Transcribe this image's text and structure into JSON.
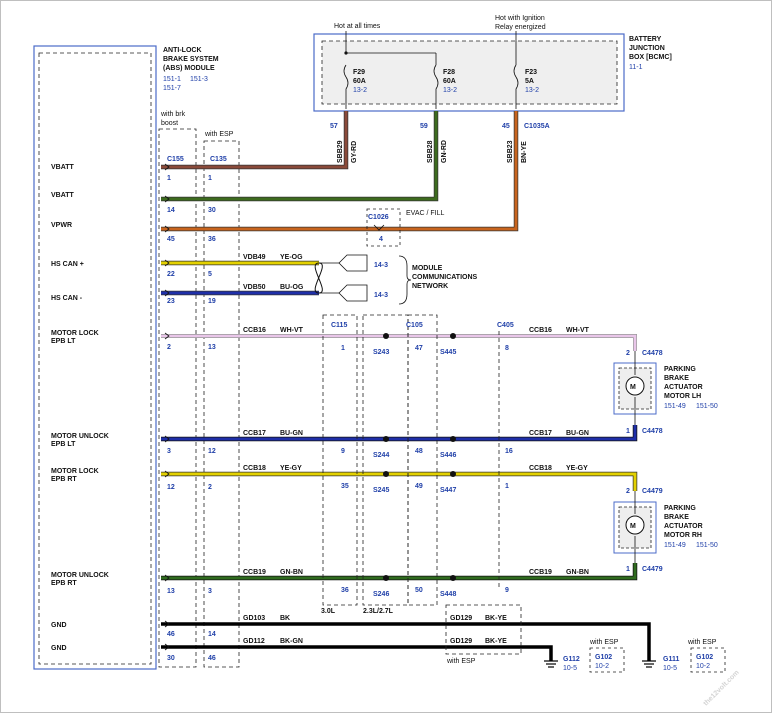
{
  "module": {
    "title": [
      "ANTI-LOCK",
      "BRAKE SYSTEM",
      "(ABS) MODULE"
    ],
    "refs": [
      "151-1",
      "151-3",
      "151-7"
    ],
    "pins": [
      "VBATT",
      "VBATT",
      "VPWR",
      "HS CAN +",
      "HS CAN -",
      "MOTOR LOCK",
      "EPB LT",
      "MOTOR UNLOCK",
      "EPB LT",
      "MOTOR LOCK",
      "EPB RT",
      "MOTOR UNLOCK",
      "EPB RT",
      "GND",
      "GND"
    ]
  },
  "bjb": {
    "title": [
      "BATTERY",
      "JUNCTION",
      "BOX [BCMC]"
    ],
    "ref": "11-1",
    "hot_all": "Hot at all times",
    "hot_ign": [
      "Hot with Ignition",
      "Relay energized"
    ],
    "fuses": [
      {
        "name": "F29",
        "amp": "60A",
        "ref": "13-2",
        "pin": "57",
        "circuit": "SBB29",
        "color": "GY-RD"
      },
      {
        "name": "F28",
        "amp": "60A",
        "ref": "13-2",
        "pin": "59",
        "circuit": "SBB28",
        "color": "GN-RD"
      },
      {
        "name": "F23",
        "amp": "5A",
        "ref": "13-2",
        "pin": "45",
        "circuit": "SBB23",
        "color": "BN-YE"
      }
    ],
    "fuse_connector": "C1035A"
  },
  "columns": {
    "brk_boost": [
      "with brk",
      "boost"
    ],
    "esp": "with ESP",
    "c155": "C155",
    "c135": "C135",
    "c155_pins": [
      "1",
      "14",
      "45",
      "22",
      "23",
      "2",
      "3",
      "12",
      "13",
      "46",
      "30"
    ],
    "c135_pins": [
      "1",
      "30",
      "36",
      "5",
      "19",
      "13",
      "12",
      "2",
      "3",
      "14",
      "46"
    ]
  },
  "evac": {
    "connector": "C1026",
    "pin": "4",
    "label": "EVAC / FILL"
  },
  "network": {
    "label": [
      "MODULE",
      "COMMUNICATIONS",
      "NETWORK"
    ],
    "can_high": {
      "circuit": "VDB49",
      "color": "YE-OG",
      "ref": "14-3"
    },
    "can_low": {
      "circuit": "VDB50",
      "color": "BU-OG",
      "ref": "14-3"
    }
  },
  "circuits": {
    "ccb16": {
      "circuit": "CCB16",
      "color": "WH-VT"
    },
    "ccb17": {
      "circuit": "CCB17",
      "color": "BU-GN"
    },
    "ccb18": {
      "circuit": "CCB18",
      "color": "YE-GY"
    },
    "ccb19": {
      "circuit": "CCB19",
      "color": "GN-BN"
    },
    "gd103": {
      "circuit": "GD103",
      "color": "BK"
    },
    "gd112": {
      "circuit": "GD112",
      "color": "BK-GN"
    },
    "gd129a": {
      "circuit": "GD129",
      "color": "BK-YE"
    },
    "gd129b": {
      "circuit": "GD129",
      "color": "BK-YE"
    }
  },
  "connectors": {
    "c115": "C115",
    "c105": "C105",
    "c405": "C405",
    "c115_pins": [
      "1",
      "9",
      "35",
      "36"
    ],
    "c105_pins": [
      "47",
      "48",
      "49",
      "50"
    ],
    "c405_pins": [
      "8",
      "16",
      "1",
      "9"
    ],
    "splices_a": [
      "S243",
      "S244",
      "S245",
      "S246"
    ],
    "splices_b": [
      "S445",
      "S446",
      "S447",
      "S448"
    ],
    "engine_30": "3.0L",
    "engine_23": "2.3L/2.7L"
  },
  "motors": [
    {
      "title": [
        "PARKING",
        "BRAKE",
        "ACTUATOR",
        "MOTOR LH"
      ],
      "refs": [
        "151-49",
        "151-50"
      ],
      "connector": "C4478",
      "pins": [
        "2",
        "1"
      ]
    },
    {
      "title": [
        "PARKING",
        "BRAKE",
        "ACTUATOR",
        "MOTOR RH"
      ],
      "refs": [
        "151-49",
        "151-50"
      ],
      "connector": "C4479",
      "pins": [
        "2",
        "1"
      ]
    }
  ],
  "grounds": {
    "with_esp": "with ESP",
    "g112": {
      "name": "G112",
      "ref": "10-5"
    },
    "g102a": {
      "name": "G102",
      "ref": "10-2"
    },
    "g111": {
      "name": "G111",
      "ref": "10-5"
    },
    "g102b": {
      "name": "G102",
      "ref": "10-2"
    }
  },
  "watermark": "the12volt.com",
  "colors": {
    "gy_rd": "#8a4a3a",
    "gn_rd": "#3d6b1e",
    "bn_ye": "#c8641e",
    "ye_og": "#e3d100",
    "bu_og": "#1f2fa8",
    "wh_vt": "#e9c6e9",
    "bu_gn": "#1f2fa8",
    "ye_gy": "#e3d100",
    "gn_bn": "#2f6b1e",
    "bk": "#000000",
    "blue_text": "#1f3fa8"
  }
}
